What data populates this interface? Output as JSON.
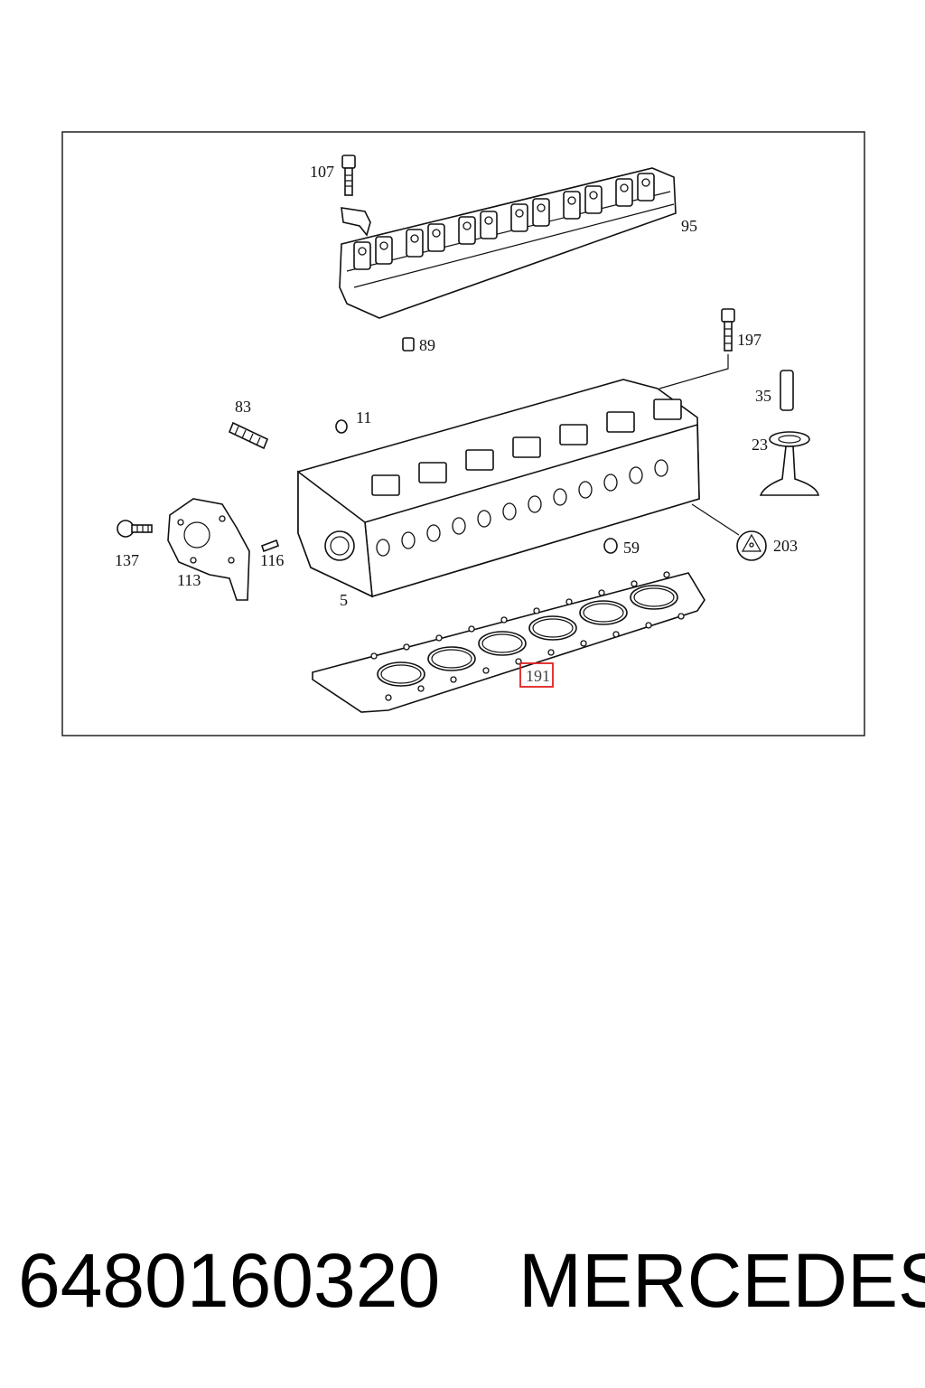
{
  "diagram": {
    "callouts": [
      "107",
      "95",
      "89",
      "197",
      "83",
      "11",
      "35",
      "23",
      "137",
      "113",
      "116",
      "59",
      "203",
      "5",
      "191"
    ],
    "highlighted_callout": "191",
    "highlight_color": "#e02020"
  },
  "caption": {
    "part_number": "6480160320",
    "brand": "MERCEDES"
  }
}
